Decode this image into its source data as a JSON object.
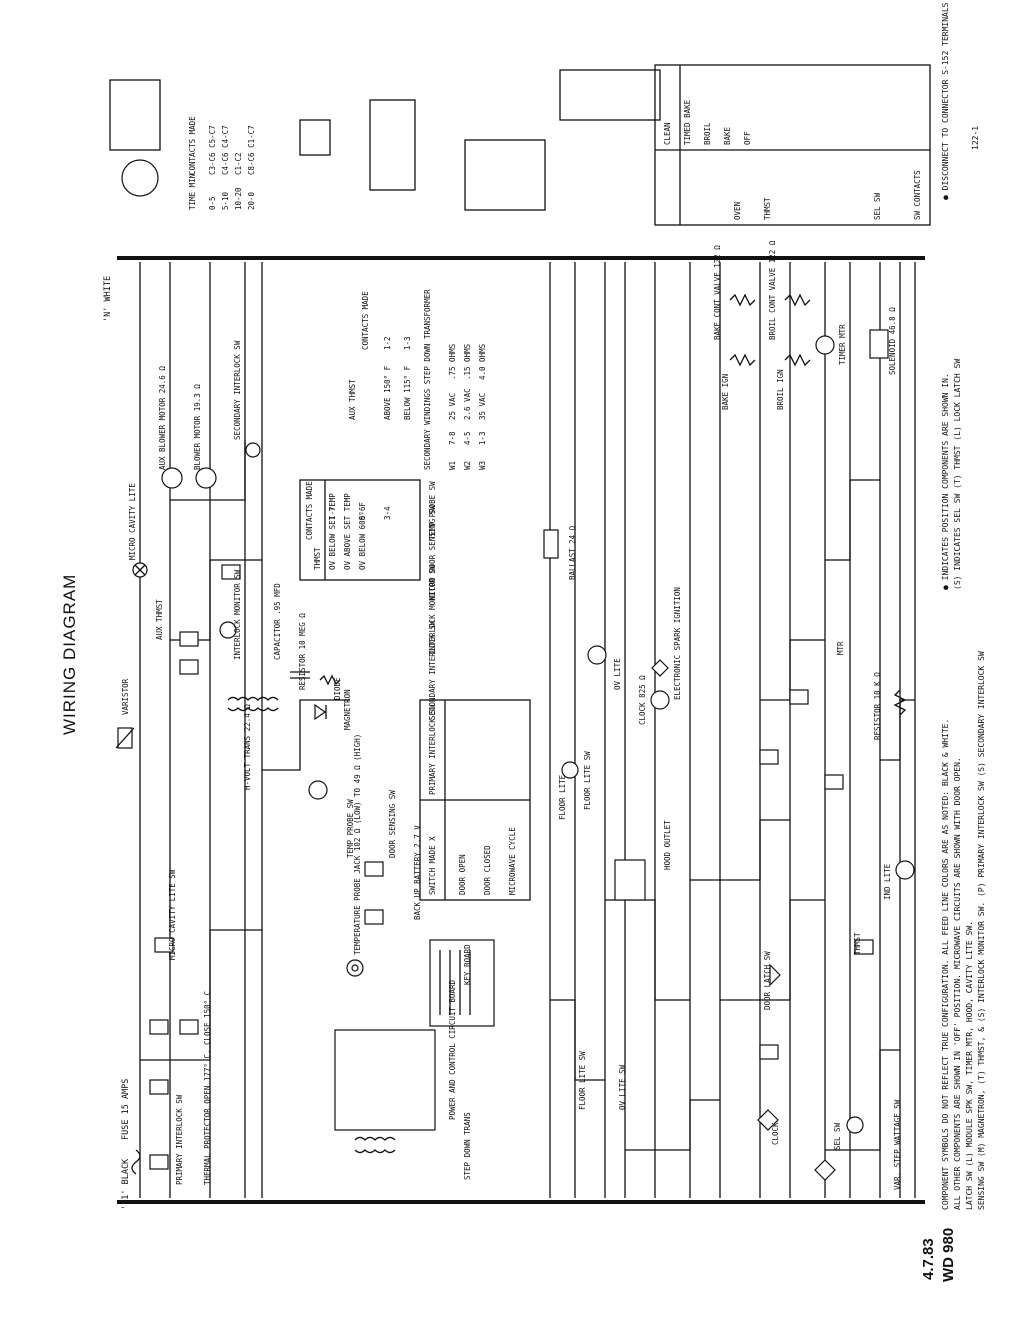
{
  "diagram": {
    "title": "WIRING DIAGRAM",
    "date": "4.7.83",
    "ref": "WD 980"
  },
  "wires": {
    "white": "'N' WHITE",
    "black": "'L1' BLACK",
    "fuse": "FUSE 15 AMPS"
  },
  "components": [
    "PRIMARY INTERLOCK SW",
    "THERMAL PROTECTOR OPEN 177° C, CLOSE 150° C",
    "MICRO CAVITY LITE SW",
    "VARISTOR",
    "AUX THMST",
    "MICRO CAVITY LITE",
    "AUX BLOWER MOTOR 24.6 Ω",
    "BLOWER MOTOR 19.3 Ω",
    "SECONDARY INTERLOCK SW",
    "INTERLOCK MONITOR SW",
    "H-VOLT TRANS 22.4 Ω",
    "CAPACITOR .95 MFD",
    "RESISTOR 10 MEG Ω",
    "DIODE",
    "MAGNETRON",
    "TEMPERATURE PROBE JACK 102 Ω (LOW) TO 49 Ω (HIGH)",
    "TEMP PROBE SW",
    "DOOR SENSING SW",
    "BACK UP BATTERY 2.7 V",
    "KEY BOARD",
    "POWER AND CONTROL CIRCUIT BOARD",
    "STEP DOWN TRANS",
    "FLOOR LITE",
    "FLOOR LITE SW",
    "OV LITE",
    "BALLAST 24 Ω",
    "CLOCK 825 Ω",
    "ELECTRONIC SPARK IGNITION",
    "HOOD OUTLET",
    "CLOCK",
    "SEL SW",
    "BAKE IGN",
    "BROIL IGN",
    "BAKE CONT VALVE 122 Ω",
    "BROIL CONT VALVE 122 Ω",
    "TIMER MTR",
    "SOLENOID 46.8 Ω",
    "RESISTOR 10 K Ω",
    "MTR",
    "THMST",
    "DOOR LATCH SW",
    "IND LITE",
    "VAR. STEP WATTAGE SW",
    "OV LITE SW",
    "FLOOR LITE SW"
  ],
  "tables": {
    "timer": {
      "headers": [
        "TIME MIN",
        "CONTACTS MADE"
      ],
      "rows": [
        [
          "0-5",
          "C3-C6 C5-C7"
        ],
        [
          "5-10",
          "C4-C6 C4-C7"
        ],
        [
          "10-20",
          "C1-C2"
        ],
        [
          "20-0",
          "C8-C6 C1-C7"
        ]
      ]
    },
    "thermostat": {
      "headers": [
        "THMST",
        "CONTACTS MADE"
      ],
      "rows": [
        [
          "OV BELOW SET TEMP",
          "1-7"
        ],
        [
          "OV ABOVE SET TEMP",
          "5-6"
        ],
        [
          "OV BELOW 600° F",
          "3-4"
        ]
      ]
    },
    "aux_thmst": {
      "headers": [
        "AUX THMST",
        "CONTACTS MADE"
      ],
      "rows": [
        [
          "ABOVE 150° F",
          "1-2"
        ],
        [
          "BELOW 115° F",
          "1-3"
        ]
      ]
    },
    "transformer": {
      "title": "SECONDARY WINDINGS STEP DOWN TRANSFORMER",
      "rows": [
        [
          "W1",
          "7-8",
          "25 VAC",
          ".75 OHMS"
        ],
        [
          "W2",
          "4-5",
          "2.6 VAC",
          ".15 OHMS"
        ],
        [
          "W3",
          "1-3",
          "35 VAC",
          "4.0 OHMS"
        ]
      ]
    },
    "switches": {
      "headers": [
        "SWITCH MADE X",
        "PRIMARY INTERLOCK SW",
        "SECONDARY INTERLOCK SW",
        "INTERLOCK MONITOR SW",
        "MICRO DOOR SENSING SW",
        "TEMP PROBE SW"
      ],
      "rows": [
        "DOOR OPEN",
        "DOOR CLOSED",
        "MICROWAVE CYCLE"
      ]
    },
    "selector": {
      "headers": [
        "SW CONTACTS",
        "SEL SW",
        "THMST",
        "OVEN"
      ],
      "rows": [
        "CLEAN",
        "TIMED BAKE",
        "BROIL",
        "BAKE",
        "OFF"
      ]
    }
  },
  "notes": [
    "COMPONENT SYMBOLS DO NOT REFLECT TRUE CONFIGURATION.  ALL FEED LINE COLORS ARE AS NOTED: BLACK & WHITE.",
    "ALL OTHER COMPONENTS ARE SHOWN IN 'OFF' POSITION.  MICROWAVE CIRCUITS ARE SHOWN WITH DOOR OPEN.",
    "LATCH SW (L) MODULE SPK SW, TIMER MTR, HOOD, CAVITY LITE SW.",
    "SENSING SW (M) MAGNETRON, (T) THMST, & (S) INTERLOCK MONITOR SW.  (P) PRIMARY INTERLOCK SW  (S) SECONDARY INTERLOCK SW"
  ],
  "legend": {
    "dot": "● INDICATES POSITION COMPONENTS ARE SHOWN IN.",
    "abbr": "(S) INDICATES SEL SW  (T) THMST  (L) LOCK LATCH SW",
    "disconnect": "● DISCONNECT TO CONNECTOR S-152 TERMINALS",
    "page": "122-1"
  }
}
